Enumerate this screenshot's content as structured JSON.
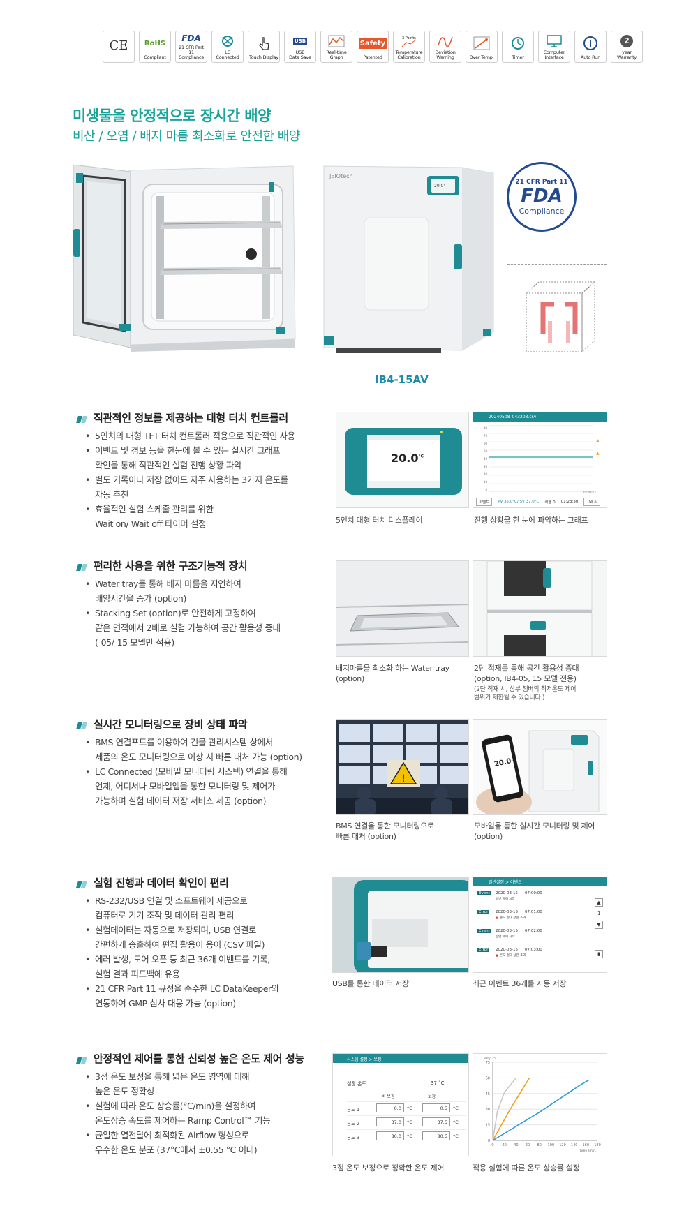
{
  "badges": [
    {
      "icon": "ce-mark-icon",
      "label": ""
    },
    {
      "icon": "rohs-icon",
      "label": "Compliant"
    },
    {
      "icon": "fda-icon",
      "label": "21 CFR Part 11\nCompliance"
    },
    {
      "icon": "lc-connected-icon",
      "label": "LC\nConnected"
    },
    {
      "icon": "touch-display-icon",
      "label": "Touch Display"
    },
    {
      "icon": "usb-icon",
      "label": "USB\nData Save"
    },
    {
      "icon": "realtime-graph-icon",
      "label": "Real-time\nGraph"
    },
    {
      "icon": "safety-icon",
      "label": "Patented"
    },
    {
      "icon": "temperature-calibration-icon",
      "label": "Temperature\nCalibration"
    },
    {
      "icon": "deviation-warning-icon",
      "label": "Deviation\nWarning"
    },
    {
      "icon": "over-temp-icon",
      "label": "Over Temp."
    },
    {
      "icon": "timer-icon",
      "label": "Timer"
    },
    {
      "icon": "computer-interface-icon",
      "label": "Computer\nInterface"
    },
    {
      "icon": "auto-run-icon",
      "label": "Auto Run"
    },
    {
      "icon": "warranty-icon",
      "label": "year\nWarranty"
    }
  ],
  "badge_texts": {
    "ce": "CE",
    "rohs": "RoHS",
    "fda": "FDA",
    "safety": "Safety",
    "usb": "USB",
    "warranty_num": "2",
    "points": "3 Points"
  },
  "hero": {
    "headline1": "미생물을 안정적으로 장시간 배양",
    "headline2": "비산 / 오염 / 배지 마름 최소화로 안전한 배양",
    "model": "IB4-15AV",
    "brand": "JEIOtech",
    "display_temp": "20.0°",
    "fda_seal": {
      "top": "21 CFR Part 11",
      "middle": "FDA",
      "bottom": "Compliance"
    }
  },
  "sections": [
    {
      "title": "직관적인 정보를 제공하는 대형 터치 컨트롤러",
      "bullets": [
        "5인치의 대형 TFT 터치 컨트롤러 적용으로 직관적인 사용",
        "이벤트 및 경보 등을 한눈에 볼 수 있는 실시간 그래프\n확인을 통해 직관적인 실험 진행 상황 파악",
        "별도 기록이나 저장 없이도 자주 사용하는 3가지 온도를\n자동 추천",
        "효율적인 실험 스케줄 관리를 위한\nWait on/ Wait off 타이머 설정"
      ],
      "captions": [
        "5인치 대형 터치 디스플레이",
        "진행 상황을 한 눈에 파악하는 그래프"
      ]
    },
    {
      "title": "편리한 사용을 위한 구조기능적 장치",
      "bullets": [
        "Water tray를 통해 배지 마름을 지연하여\n배양시간을 증가 (option)",
        "Stacking Set (option)로 안전하게 고정하여\n같은 면적에서 2배로 실험 가능하여 공간 활용성 증대\n(-05/-15 모델만 적용)"
      ],
      "captions": [
        "배지마름을 최소화 하는 Water tray\n(option)",
        "2단 적재를 통해 공간 활용성 증대\n(option, IB4-05, 15 모델 전용)"
      ],
      "note": "(2단 적재 시, 상부 챔버의 최저온도 제어\n범위가 제한될 수 있습니다.)"
    },
    {
      "title": "실시간 모니터링으로 장비 상태 파악",
      "bullets": [
        "BMS 연결포트를 이용하여 건물 관리시스템 상에서\n제품의 온도 모니터링으로 이상 시 빠른 대처 가능 (option)",
        "LC Connected (모바일 모니터링 시스템) 연결을 통해\n언제, 어디서나 모바일앱을 통한 모니터링 및 제어가\n가능하며 실험 데이터 저장 서비스 제공 (option)"
      ],
      "captions": [
        "BMS 연결을 통한 모니터링으로\n빠른 대처 (option)",
        "모바일을 통한 실시간 모니터링 및 제어\n(option)"
      ]
    },
    {
      "title": "실험 진행과 데이터 확인이 편리",
      "bullets": [
        "RS-232/USB 연결 및 소프트웨어 제공으로\n컴퓨터로 기기 조작 및 데이터 관리 편리",
        "실험데이터는 자동으로 저장되며, USB 연결로\n간편하게 송출하여 편집 활용이 용이 (CSV 파일)",
        "에러 발생, 도어 오픈 등 최근 36개 이벤트를 기록,\n실험 결과 피드백에 유용",
        "21 CFR Part 11 규정을 준수한 LC DataKeeper와\n연동하여 GMP 심사 대응 가능 (option)"
      ],
      "captions": [
        "USB를 통한 데이터 저장",
        "최근 이벤트 36개를 자동 저장"
      ]
    },
    {
      "title": "안정적인 제어를 통한 신뢰성 높은 온도 제어 성능",
      "bullets": [
        "3점 온도 보정을 통해 넓은 온도 영역에 대해\n높은 온도 정확성",
        "실험에 따라 온도 상승률(°C/min)을 설정하여\n온도상승 속도를 제어하는 Ramp Control™ 기능",
        "균일한 열전달에 최적화된 Airflow 형성으로\n우수한 온도 분포 (37°C에서 ±0.55 °C 이내)"
      ],
      "captions": [
        "3점 온도 보정으로 정확한 온도 제어",
        "적용 실험에 따른 온도 상승률 설정"
      ]
    }
  ],
  "touch_display": {
    "temp": "20.0",
    "unit": "°C"
  },
  "graph_screen": {
    "title": "20240508_043203.csv",
    "footer_left": "이벤트",
    "footer_pv": "PV 35.0°C/ SV 37.0°C",
    "footer_step": "적용 0",
    "footer_time": "01:23:30",
    "footer_btn": "그래프",
    "time_label": "07:49:17",
    "y_ticks": [
      "80",
      "70",
      "60",
      "50",
      "40",
      "30",
      "20",
      "10",
      "0"
    ]
  },
  "phone_screen": {
    "temp": "20.0",
    "unit": "°C"
  },
  "events_screen": {
    "title": "일반설정 > 이벤트",
    "rows": [
      {
        "type": "Event",
        "date": "2020-03-15",
        "time": "07:00:00",
        "desc": "일반 제어 시작",
        "alert": false
      },
      {
        "type": "Error",
        "date": "2020-03-15",
        "time": "07:01:00",
        "desc": "온도 절대 상한 초과",
        "alert": true
      },
      {
        "type": "Event",
        "date": "2020-03-15",
        "time": "07:02:00",
        "desc": "일반 제어 시작",
        "alert": false
      },
      {
        "type": "Error",
        "date": "2020-03-15",
        "time": "07:03:00",
        "desc": "온도 절대 상한 초과",
        "alert": true
      }
    ],
    "page": "1"
  },
  "calibration_screen": {
    "title": "시스템 설정 > 보정",
    "set_label": "설정 온도",
    "set_value": "37 °C",
    "col1": "비 보정",
    "col2": "보정",
    "rows": [
      {
        "label": "온도 1",
        "raw": "0.0",
        "cal": "0.5"
      },
      {
        "label": "온도 2",
        "raw": "37.0",
        "cal": "37.5"
      },
      {
        "label": "온도 3",
        "raw": "80.0",
        "cal": "80.5"
      }
    ],
    "unit": "°C"
  },
  "chart_data": {
    "type": "line",
    "title": "",
    "ylabel": "Temp (°C)",
    "xlabel": "Time (min.)",
    "xlim": [
      0,
      180
    ],
    "ylim": [
      0,
      75
    ],
    "x_ticks": [
      0,
      20,
      40,
      60,
      80,
      100,
      120,
      140,
      160,
      180
    ],
    "y_ticks": [
      0,
      15,
      30,
      45,
      60,
      75
    ],
    "grid": true,
    "series": [
      {
        "color": "#c8c8c8",
        "points": [
          [
            0,
            0
          ],
          [
            8,
            28
          ],
          [
            20,
            46
          ],
          [
            40,
            60
          ]
        ]
      },
      {
        "color": "#f0a020",
        "points": [
          [
            0,
            0
          ],
          [
            30,
            30
          ],
          [
            63,
            60
          ]
        ]
      },
      {
        "color": "#2e9bd6",
        "points": [
          [
            0,
            0
          ],
          [
            80,
            27
          ],
          [
            150,
            53
          ],
          [
            165,
            58
          ]
        ]
      }
    ]
  }
}
